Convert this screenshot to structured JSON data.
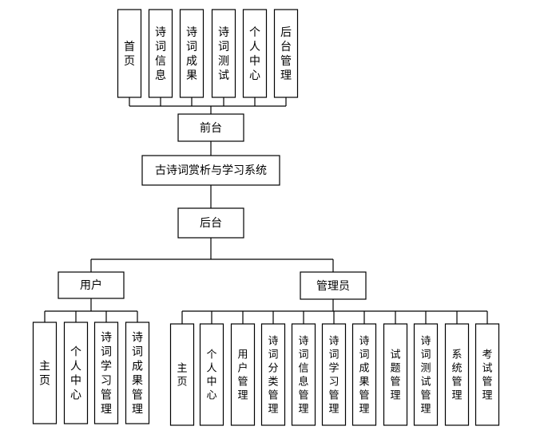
{
  "system": {
    "title": "古诗词赏析与学习系统"
  },
  "frontend": {
    "label": "前台",
    "modules": [
      "首页",
      "诗词信息",
      "诗词成果",
      "诗词测试",
      "个人中心",
      "后台管理"
    ]
  },
  "backend": {
    "label": "后台",
    "user": {
      "label": "用户",
      "modules": [
        "主页",
        "个人中心",
        "诗词学习管理",
        "诗词成果管理"
      ]
    },
    "admin": {
      "label": "管理员",
      "modules": [
        "主页",
        "个人中心",
        "用户管理",
        "诗词分类管理",
        "诗词信息管理",
        "诗词学习管理",
        "诗词成果管理",
        "试题管理",
        "诗词测试管理",
        "系统管理",
        "考试管理"
      ]
    }
  }
}
